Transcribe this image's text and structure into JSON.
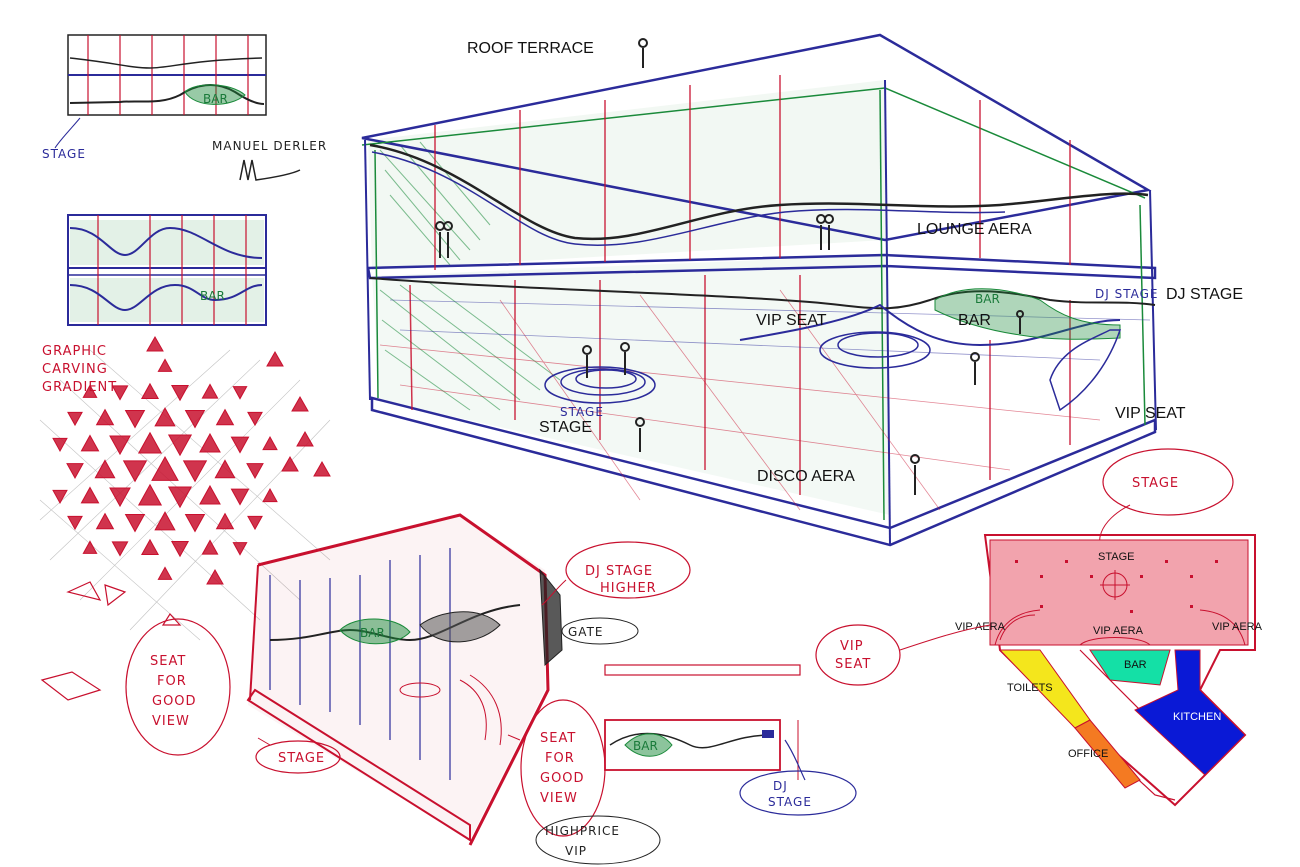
{
  "colors": {
    "blue_ink": "#2b2b9a",
    "red_ink": "#c8102e",
    "green_ink": "#1a8a3a",
    "black_ink": "#222222",
    "plan_stage": "#f2a3ad",
    "plan_toilets": "#f4e61c",
    "plan_office": "#f47a22",
    "plan_bar": "#14e0a6",
    "plan_kitchen": "#0a19d6"
  },
  "main_section": {
    "roof_terrace": "ROOF TERRACE",
    "lounge": "LOUNGE AERA",
    "dj_stage": "DJ STAGE",
    "vip_seat_left": "VIP SEAT",
    "bar": "BAR",
    "vip_seat_right": "VIP SEAT",
    "stage": "STAGE",
    "disco": "DISCO AERA",
    "hand_bar": "BAR",
    "hand_dj_stage": "DJ STAGE",
    "hand_stage": "STAGE"
  },
  "topleft_section": {
    "bar": "BAR",
    "stage": "STAGE",
    "signature": "MANUEL DERLER"
  },
  "middleleft_section": {
    "bar": "BAR"
  },
  "pattern": {
    "line1": "GRAPHIC",
    "line2": "CARVING",
    "line3": "GRADIENT"
  },
  "small_section": {
    "bar": "BAR",
    "dj_stage_line1": "DJ STAGE",
    "dj_stage_line2": "HIGHER",
    "gate": "GATE",
    "seat_left_1": "SEAT",
    "seat_left_2": "FOR",
    "seat_left_3": "GOOD",
    "seat_left_4": "VIEW",
    "stage": "STAGE",
    "seat_right_1": "SEAT",
    "seat_right_2": "FOR",
    "seat_right_3": "GOOD",
    "seat_right_4": "VIEW",
    "highprice_1": "HIGHPRICE",
    "highprice_2": "VIP"
  },
  "mini_section": {
    "bar": "BAR",
    "dj_stage_1": "DJ",
    "dj_stage_2": "STAGE"
  },
  "floor_plan": {
    "stage_hand": "STAGE",
    "stage": "STAGE",
    "vip_aera_left": "VIP AERA",
    "vip_aera_center": "VIP AERA",
    "vip_aera_right": "VIP AERA",
    "vip_seat_1": "VIP",
    "vip_seat_2": "SEAT",
    "bar": "BAR",
    "toilets": "TOILETS",
    "kitchen": "KITCHEN",
    "office": "OFFICE"
  }
}
